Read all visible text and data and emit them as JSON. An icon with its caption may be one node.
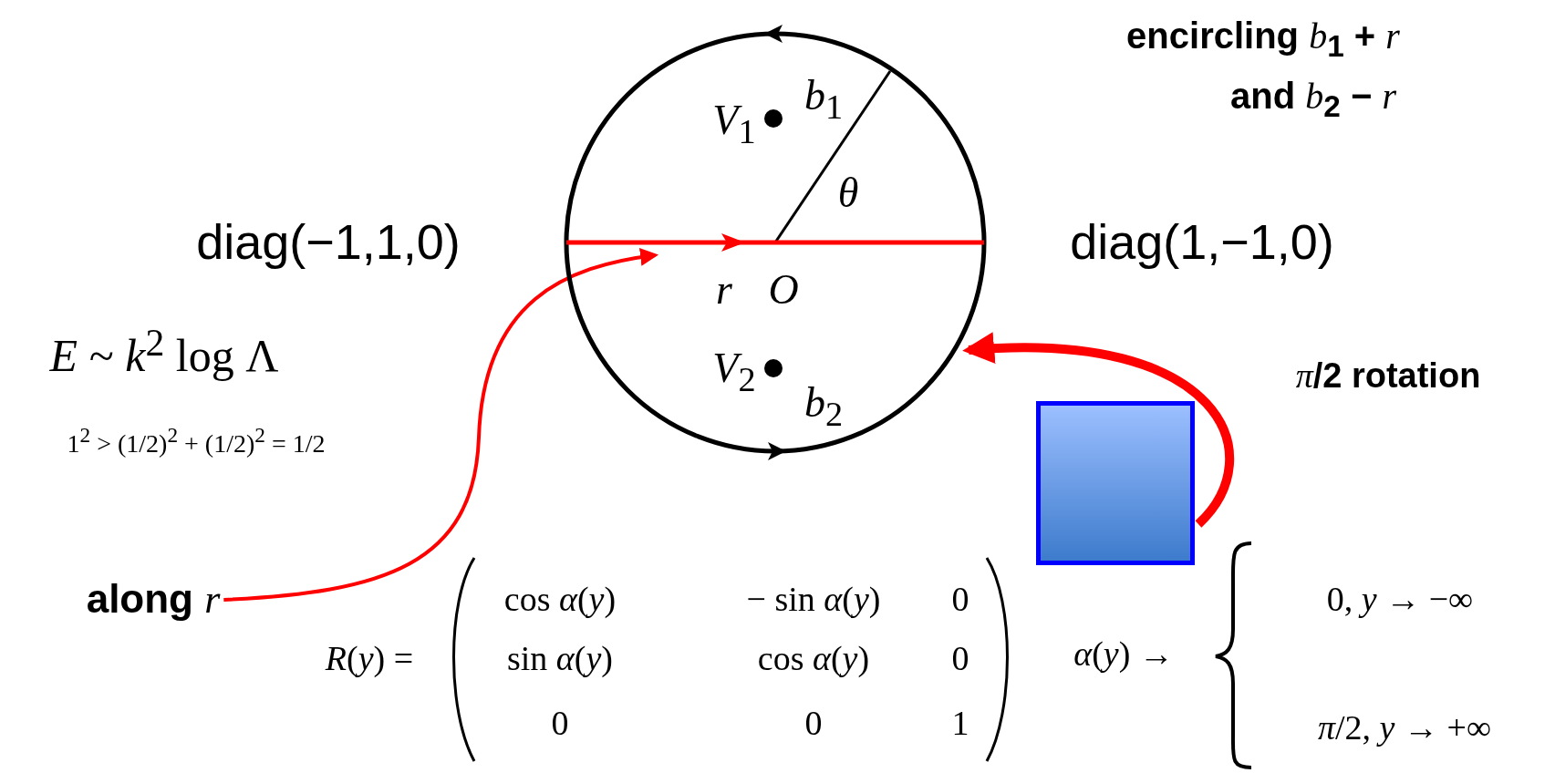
{
  "diagram": {
    "nodes": [
      {
        "text": [],
        "shape": "circle"
      },
      {
        "text": [
          "along *r*"
        ]
      },
      {
        "text": [],
        "shape": "line",
        "in": 0
      },
      {
        "text": [],
        "shape": "box"
      }
    ],
    "edges": [
      {
        "from": 1,
        "to": 2,
        "arrow": "to",
        "color": "#ff0000"
      },
      {
        "from": 3,
        "to": 0,
        "arrow": "to",
        "style": "thick",
        "color": "#ff0000",
        "label": "*π*/2 rotation"
      }
    ],
    "labels": [
      "encircling *b*$_{1}$ + *r*",
      "and *b*$_{2}$ − *r*",
      "diag(−1,1,0)",
      "diag(1,−1,0)",
      "*V*$_{1}$",
      "*b*$_{1}$",
      "*θ*",
      "*r*",
      "*O*",
      "*V*$_{2}$",
      "*b*$_{2}$",
      "*E* ~ *k*$^{2}$ log Λ",
      "1$^{2}$ > (1/2)$^{2}$ + (1/2)$^{2}$ = 1/2",
      "*R*(*y*) =",
      "cos *α*(*y*)",
      "− sin *α*(*y*)",
      "0",
      "sin *α*(*y*)",
      "cos *α*(*y*)",
      "0",
      "0",
      "0",
      "1",
      "*α*(*y*) →",
      "0,  *y* → −∞",
      "*π*/2,  *y* → +∞"
    ]
  }
}
